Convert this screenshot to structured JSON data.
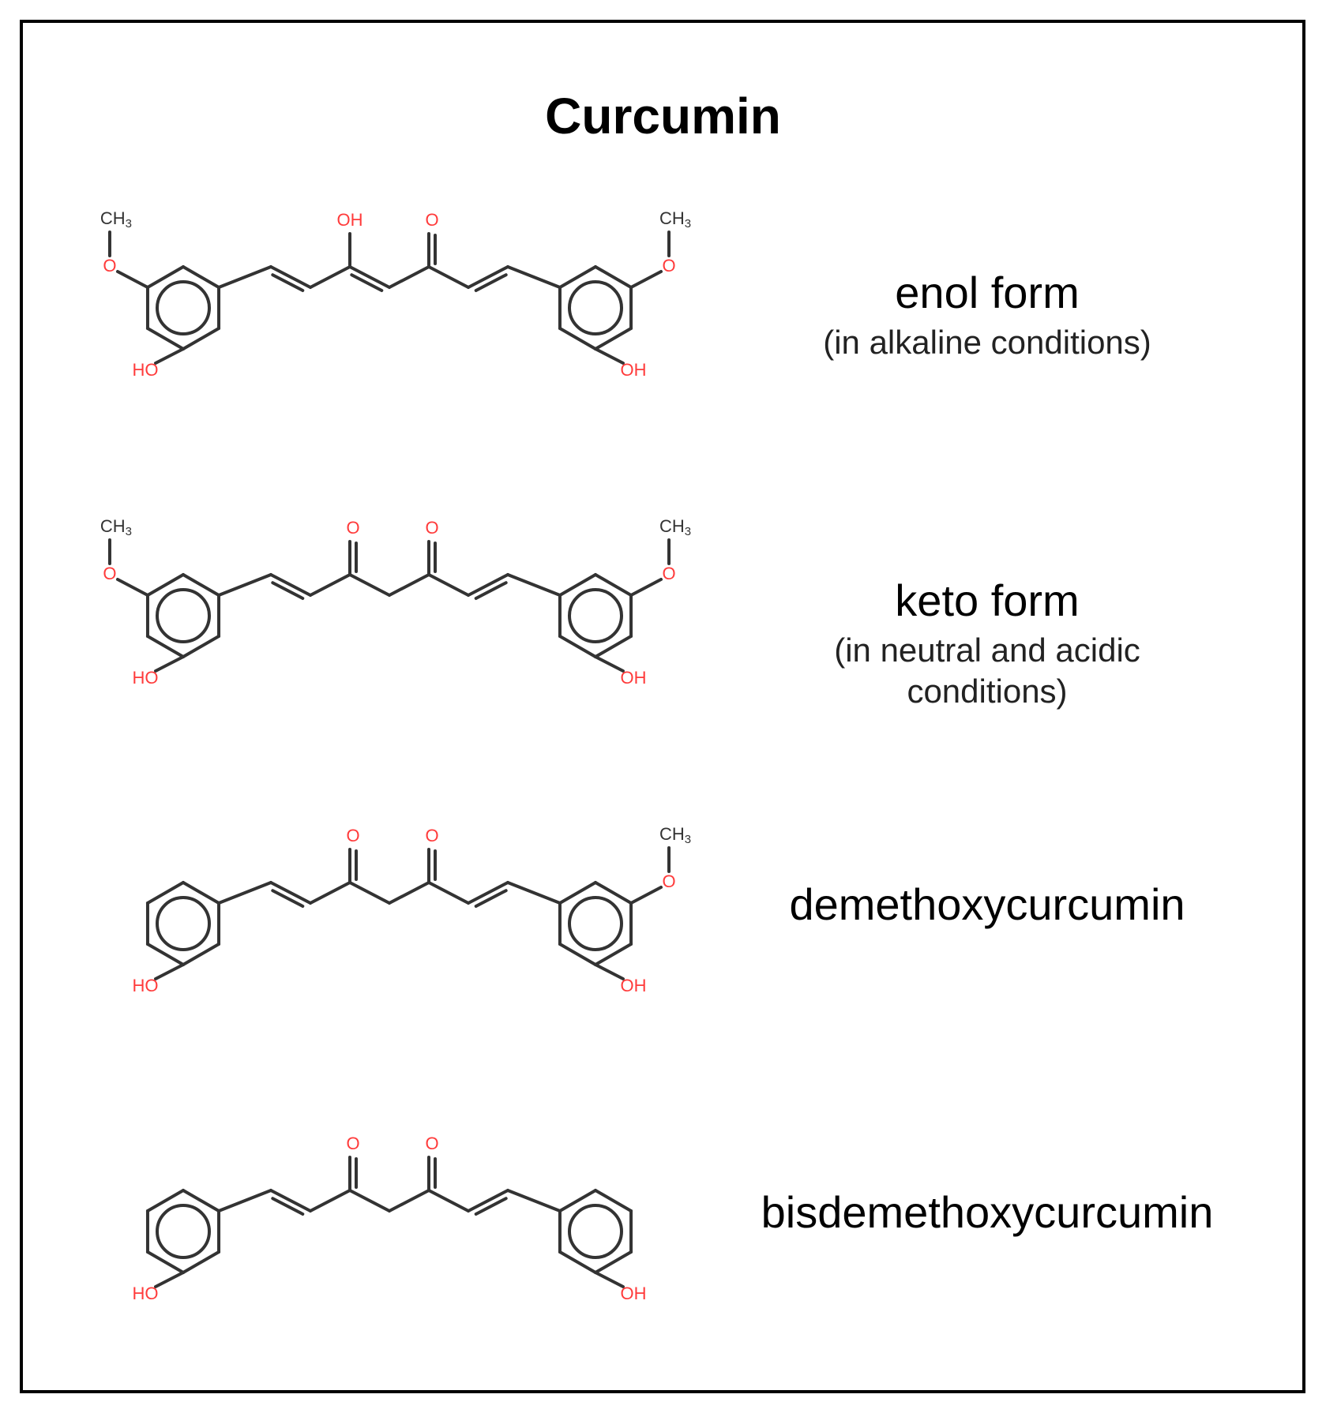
{
  "title": "Curcumin",
  "atom_labels": {
    "hydroxyl_left": "HO",
    "hydroxyl_right": "OH",
    "methoxy_o": "O",
    "methyl_main": "CH",
    "methyl_sub": "3",
    "carbonyl_o": "O",
    "enol_oh": "OH"
  },
  "colors": {
    "bond": "#333333",
    "heteroatom": "#ff3b3b",
    "frame": "#000000"
  },
  "compounds": [
    {
      "name": "enol form",
      "condition": "(in alkaline conditions)"
    },
    {
      "name": "keto form",
      "condition": "(in neutral and acidic\nconditions)"
    },
    {
      "name": "demethoxycurcumin",
      "condition": ""
    },
    {
      "name": "bisdemethoxycurcumin",
      "condition": ""
    }
  ]
}
